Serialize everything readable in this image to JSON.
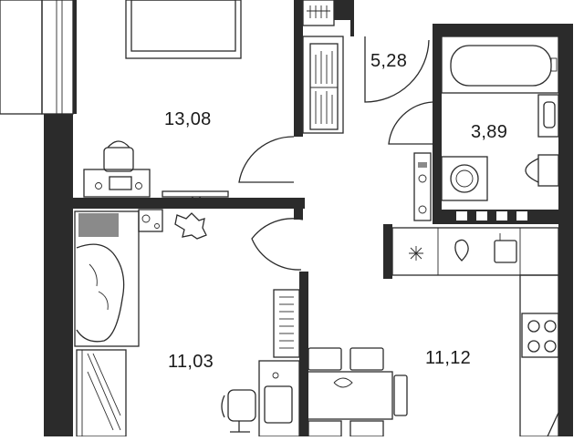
{
  "rooms": [
    {
      "id": "living-room",
      "area": "13,08"
    },
    {
      "id": "hallway",
      "area": "5,28"
    },
    {
      "id": "bathroom",
      "area": "3,89"
    },
    {
      "id": "bedroom",
      "area": "11,03"
    },
    {
      "id": "kitchen",
      "area": "11,12"
    }
  ],
  "colors": {
    "wall": "#2b2b2b",
    "line": "#2b2b2b",
    "background": "#ffffff"
  }
}
